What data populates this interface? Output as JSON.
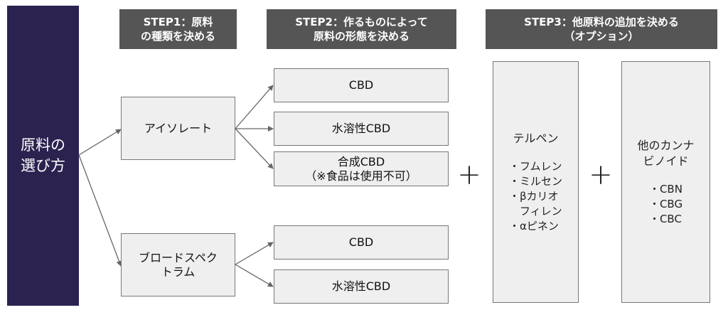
{
  "left_title": "原料の\n選び方",
  "steps": {
    "step1": "STEP1：原料\nの種類を決める",
    "step2": "STEP2：作るものによって\n原料の形態を決める",
    "step3": "STEP3：他原料の追加を決める\n（オプション）"
  },
  "types": {
    "isolate": "アイソレート",
    "broad": "ブロードスペク\nトラム"
  },
  "forms": {
    "cbd_1": "CBD",
    "water_cbd_1": "水溶性CBD",
    "synthetic_cbd": "合成CBD\n（※食品は使用不可）",
    "cbd_2": "CBD",
    "water_cbd_2": "水溶性CBD"
  },
  "plus_symbol": "+",
  "options": {
    "terpenes": {
      "title": "テルペン",
      "items": "・フムレン\n・ミルセン\n・βカリオ\n　フィレン\n・αピネン"
    },
    "cannabinoids": {
      "title": "他のカンナ\nビノイド",
      "items": "・CBN\n・CBG\n・CBC"
    }
  }
}
